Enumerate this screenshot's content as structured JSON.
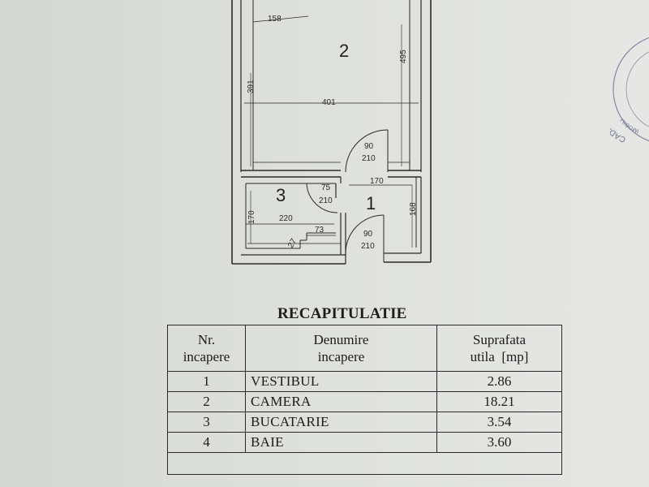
{
  "floor_plan": {
    "dimensions": {
      "d158": "158",
      "d495": "495",
      "d391": "391",
      "d401": "401",
      "door_top": "90\n210",
      "d170_top": "170",
      "d75_210": "75\n210",
      "d168": "168",
      "d170_left": "170",
      "d220": "220",
      "d73": "73",
      "d27": "27",
      "door_bottom": "90\n210"
    },
    "room_numbers": {
      "room1": "1",
      "room2": "2",
      "room3": "3"
    }
  },
  "recap": {
    "title": "RECAPITULATIE",
    "headers": {
      "nr_line1": "Nr.",
      "nr_line2": "incapere",
      "name_line1": "Denumire",
      "name_line2": "incapere",
      "area_line1": "Suprafata",
      "area_line2": "utila  [mp]"
    },
    "rows": [
      {
        "nr": "1",
        "name": "VESTIBUL",
        "area": "2.86"
      },
      {
        "nr": "2",
        "name": "CAMERA",
        "area": "18.21"
      },
      {
        "nr": "3",
        "name": "BUCATARIE",
        "area": "3.54"
      },
      {
        "nr": "4",
        "name": "BAIE",
        "area": "3.60"
      }
    ]
  },
  "stamp": {
    "text": "CADASTRU SI ... IMOBILI..."
  },
  "colors": {
    "paper": "#dfe1dd",
    "ink": "#1b1b1b"
  }
}
